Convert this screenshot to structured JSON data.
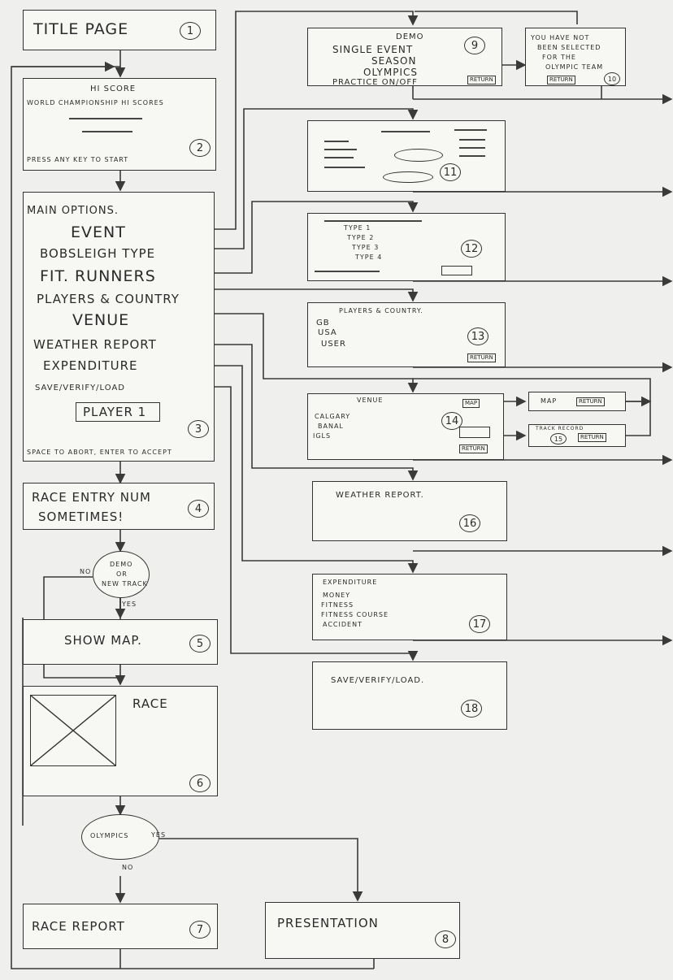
{
  "boxes": {
    "title": {
      "label": "TITLE PAGE",
      "num": "1"
    },
    "hiscore": {
      "line1": "HI SCORE",
      "line2": "WORLD CHAMPIONSHIP HI SCORES",
      "footer": "PRESS ANY KEY TO START",
      "num": "2"
    },
    "main": {
      "heading": "MAIN OPTIONS.",
      "items": [
        "EVENT",
        "BOBSLEIGH TYPE",
        "FIT. RUNNERS",
        "PLAYERS & COUNTRY",
        "VENUE",
        "WEATHER REPORT",
        "EXPENDITURE",
        "SAVE/VERIFY/LOAD"
      ],
      "player": "PLAYER 1",
      "num": "3",
      "footer": "SPACE TO ABORT, ENTER TO ACCEPT"
    },
    "race_entry": {
      "line1": "RACE ENTRY NUM",
      "line2": "SOMETIMES!",
      "num": "4"
    },
    "demo_decision": {
      "line1": "DEMO",
      "line2": "OR",
      "line3": "NEW TRACK",
      "no": "NO",
      "yes": "YES"
    },
    "show_map": {
      "label": "SHOW MAP.",
      "num": "5"
    },
    "race": {
      "label": "RACE",
      "num": "6"
    },
    "olympics_decision": {
      "label": "OLYMPICS",
      "yes": "YES",
      "no": "NO"
    },
    "race_report": {
      "label": "RACE REPORT",
      "num": "7"
    },
    "presentation": {
      "label": "PRESENTATION",
      "num": "8"
    },
    "event": {
      "lines": [
        "DEMO",
        "SINGLE EVENT",
        "SEASON",
        "OLYMPICS",
        "PRACTICE ON/OFF"
      ],
      "btn": "RETURN",
      "num": "9"
    },
    "not_selected": {
      "lines": [
        "YOU HAVE NOT",
        "BEEN SELECTED",
        "FOR THE",
        "OLYMPIC TEAM"
      ],
      "btn": "RETURN",
      "num": "10"
    },
    "bobsleigh": {
      "num": "11"
    },
    "runners": {
      "lines": [
        "TYPE 1",
        "TYPE 2",
        "TYPE 3",
        "TYPE 4"
      ],
      "num": "12"
    },
    "players": {
      "heading": "PLAYERS & COUNTRY.",
      "lines": [
        "GB",
        "USA",
        "USER"
      ],
      "btn": "RETURN",
      "num": "13"
    },
    "venue": {
      "heading": "VENUE",
      "lines": [
        "CALGARY",
        "BANAL",
        "IGLS"
      ],
      "map_btn": "MAP",
      "btn": "RETURN",
      "num": "14"
    },
    "map_sub": {
      "label": "MAP",
      "btn": "RETURN"
    },
    "record_sub": {
      "label": "TRACK RECORD",
      "num": "15",
      "btn": "RETURN"
    },
    "weather": {
      "label": "WEATHER REPORT.",
      "num": "16"
    },
    "expenditure": {
      "heading": "EXPENDITURE",
      "lines": [
        "MONEY",
        "FITNESS",
        "FITNESS COURSE",
        "ACCIDENT"
      ],
      "num": "17"
    },
    "save": {
      "label": "SAVE/VERIFY/LOAD.",
      "num": "18"
    }
  }
}
